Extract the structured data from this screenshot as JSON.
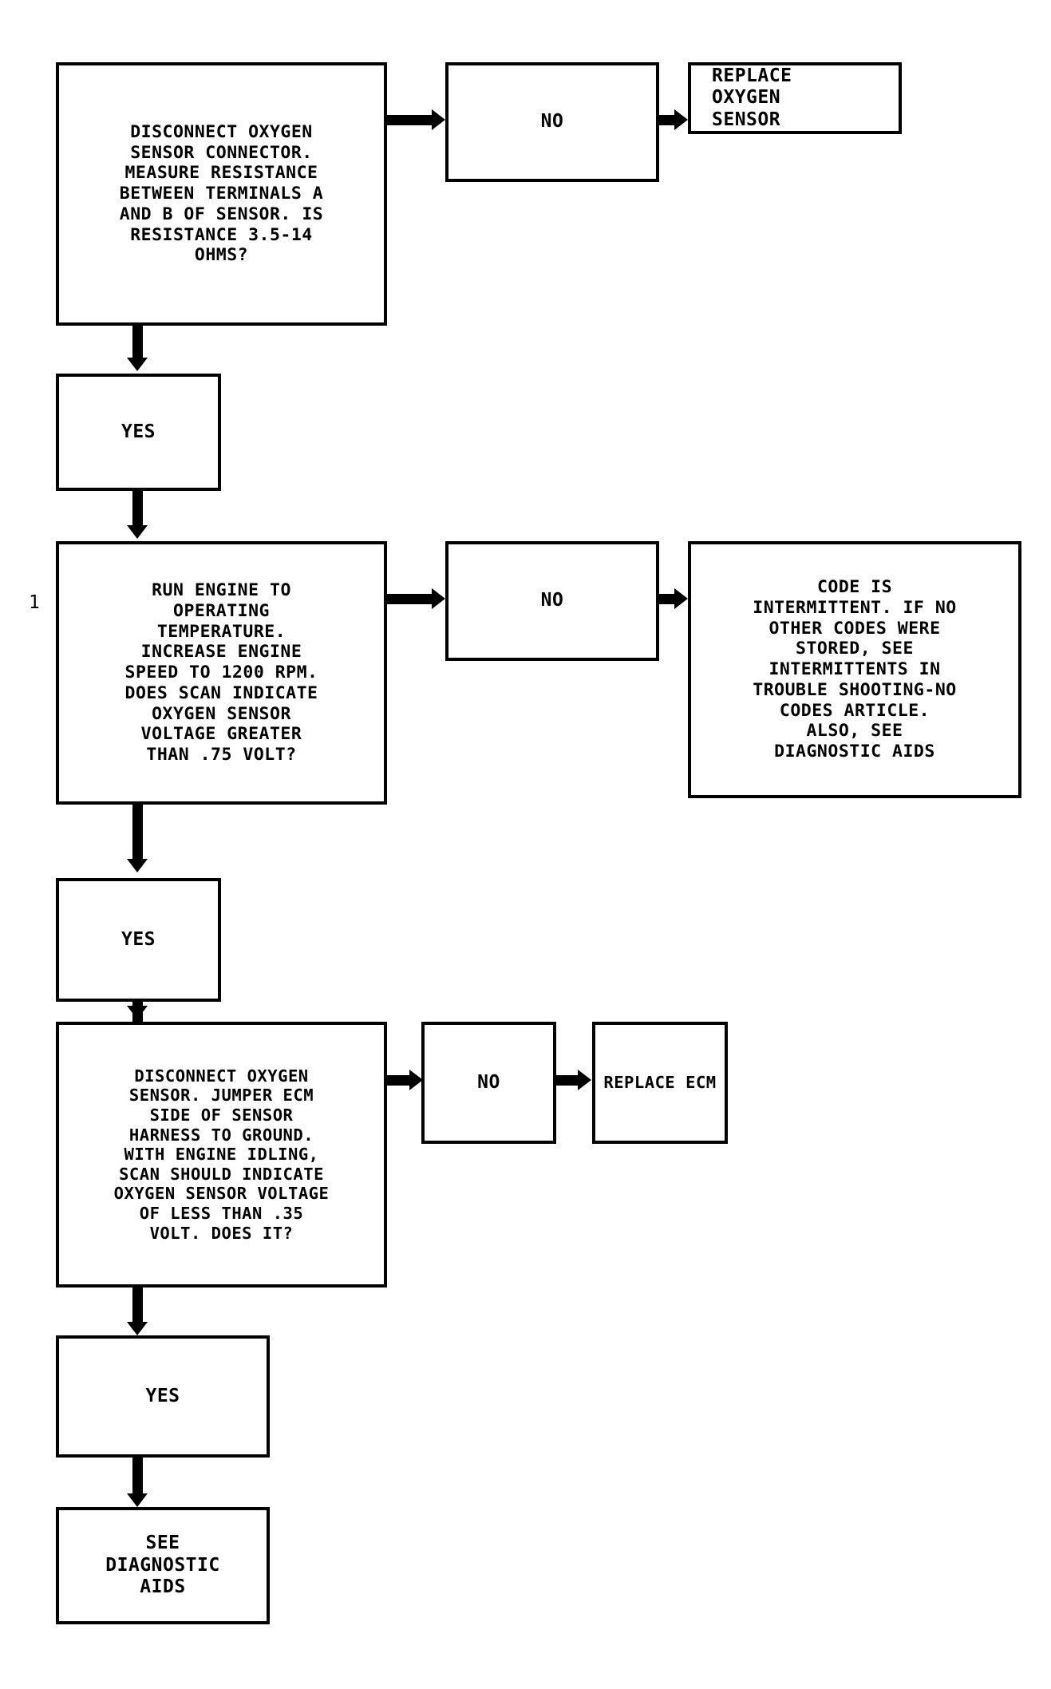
{
  "diagram": {
    "title_label": "1",
    "nodes": {
      "q1": "DISCONNECT OXYGEN\nSENSOR CONNECTOR.\nMEASURE RESISTANCE\nBETWEEN TERMINALS A\nAND B OF SENSOR. IS\nRESISTANCE 3.5-14\nOHMS?",
      "q1_no": "NO",
      "q1_no_result": "REPLACE\nOXYGEN\nSENSOR",
      "q1_yes": "YES",
      "q2": "RUN ENGINE TO\nOPERATING\nTEMPERATURE.\nINCREASE ENGINE\nSPEED TO 1200 RPM.\nDOES SCAN INDICATE\nOXYGEN SENSOR\nVOLTAGE GREATER\nTHAN .75 VOLT?",
      "q2_no": "NO",
      "q2_no_result": "CODE IS\nINTERMITTENT. IF NO\nOTHER CODES WERE\nSTORED, SEE\nINTERMITTENTS IN\nTROUBLE SHOOTING-NO\nCODES ARTICLE.\nALSO, SEE\nDIAGNOSTIC AIDS",
      "q2_yes": "YES",
      "q3": "DISCONNECT OXYGEN\nSENSOR. JUMPER ECM\nSIDE OF SENSOR\nHARNESS TO GROUND.\nWITH ENGINE IDLING,\nSCAN SHOULD INDICATE\nOXYGEN SENSOR VOLTAGE\nOF LESS THAN .35\nVOLT. DOES IT?",
      "q3_no": "NO",
      "q3_no_result": "REPLACE ECM",
      "q3_yes": "YES",
      "final": "SEE\nDIAGNOSTIC\nAIDS"
    },
    "colors": {
      "line": "#000000",
      "background": "#ffffff",
      "text": "#000000"
    }
  }
}
